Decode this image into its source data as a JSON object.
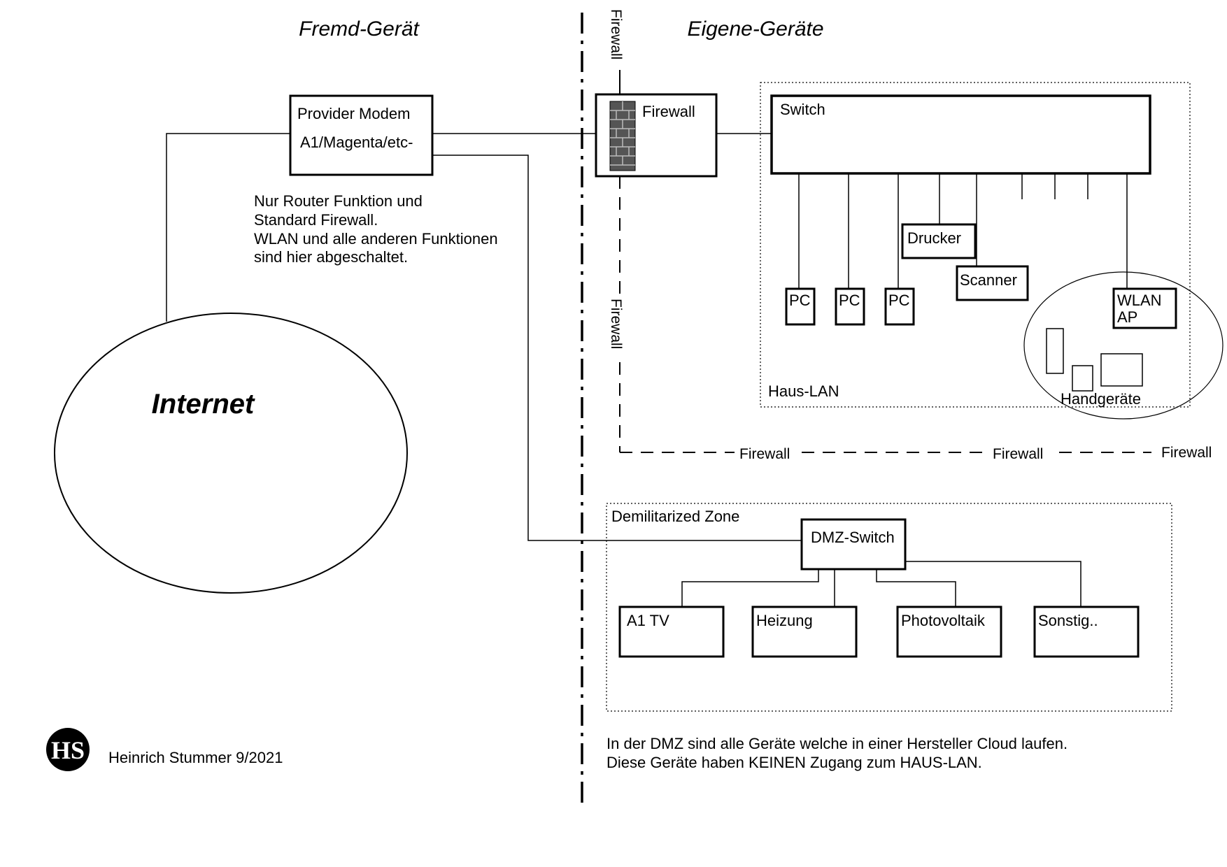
{
  "zones": {
    "foreign": "Fremd-Gerät",
    "own": "Eigene-Geräte",
    "haus_lan": "Haus-LAN",
    "dmz": "Demilitarized Zone"
  },
  "internet": "Internet",
  "modem": {
    "line1": "Provider Modem",
    "line2": "A1/Magenta/etc-"
  },
  "modem_note": [
    "Nur Router Funktion und",
    "Standard Firewall.",
    "WLAN und alle anderen Funktionen",
    "sind hier abgeschaltet."
  ],
  "firewall_device": "Firewall",
  "firewall_label": "Firewall",
  "switch": "Switch",
  "lan_devices": {
    "pc": "PC",
    "drucker": "Drucker",
    "scanner": "Scanner",
    "wlan_ap": [
      "WLAN",
      "AP"
    ],
    "handgeraete": "Handgeräte"
  },
  "dmz": {
    "switch": "DMZ-Switch",
    "devices": [
      "A1 TV",
      "Heizung",
      "Photovoltaik",
      "Sonstig.."
    ]
  },
  "dmz_note": [
    "In der DMZ sind alle Geräte welche in einer Hersteller Cloud laufen.",
    "Diese Geräte haben KEINEN Zugang zum HAUS-LAN."
  ],
  "logo_text": "HS",
  "author": "Heinrich Stummer 9/2021"
}
